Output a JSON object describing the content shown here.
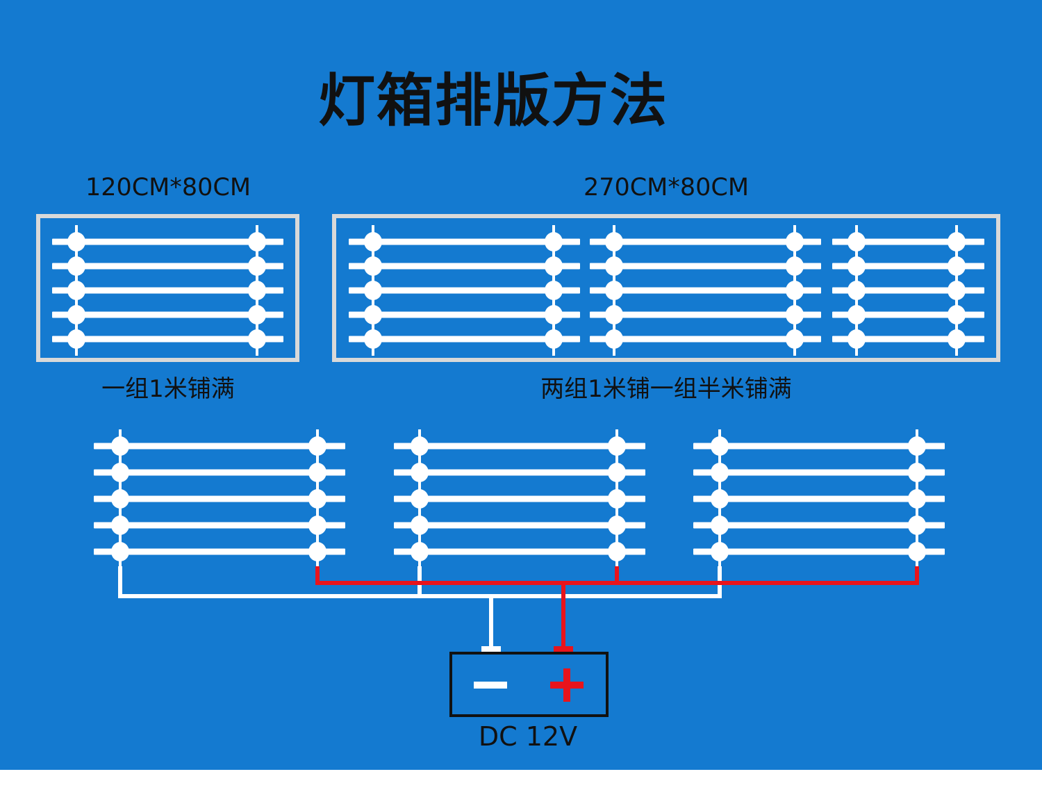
{
  "title": "灯箱排版方法",
  "panels": {
    "left": {
      "dimension": "120CM*80CM",
      "caption": "一组1米铺满"
    },
    "right": {
      "dimension": "270CM*80CM",
      "caption": "两组1米铺一组半米铺满"
    }
  },
  "power_supply": {
    "label": "DC 12V",
    "negative_icon": "minus-icon",
    "positive_icon": "plus-icon"
  },
  "colors": {
    "background": "#147ad0",
    "strip": "#ffffff",
    "frame": "#d9d9d9",
    "positive_wire": "#e8141c",
    "negative_wire": "#ffffff",
    "text": "#111111",
    "psu_box": "#111111"
  }
}
